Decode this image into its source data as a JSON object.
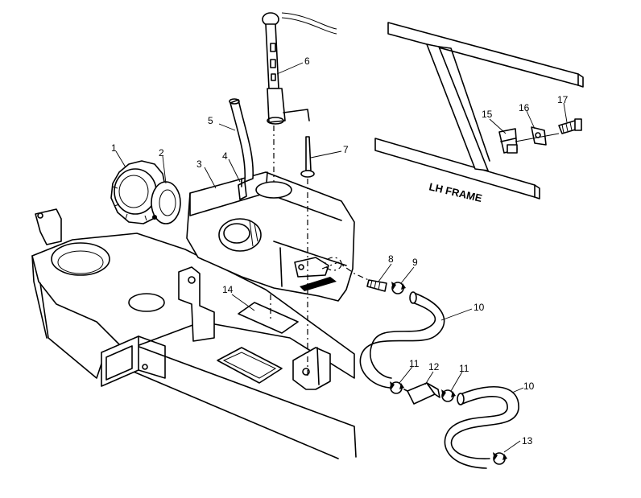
{
  "diagram": {
    "frame_label": "LH FRAME",
    "callouts": {
      "p1": "1",
      "p2": "2",
      "p3": "3",
      "p4": "4",
      "p5": "5",
      "p6": "6",
      "p7": "7",
      "p8": "8",
      "p9": "9",
      "p10a": "10",
      "p10b": "10",
      "p11a": "11",
      "p11b": "11",
      "p12": "12",
      "p13": "13",
      "p14": "14",
      "p15": "15",
      "p16": "16",
      "p17": "17"
    }
  }
}
